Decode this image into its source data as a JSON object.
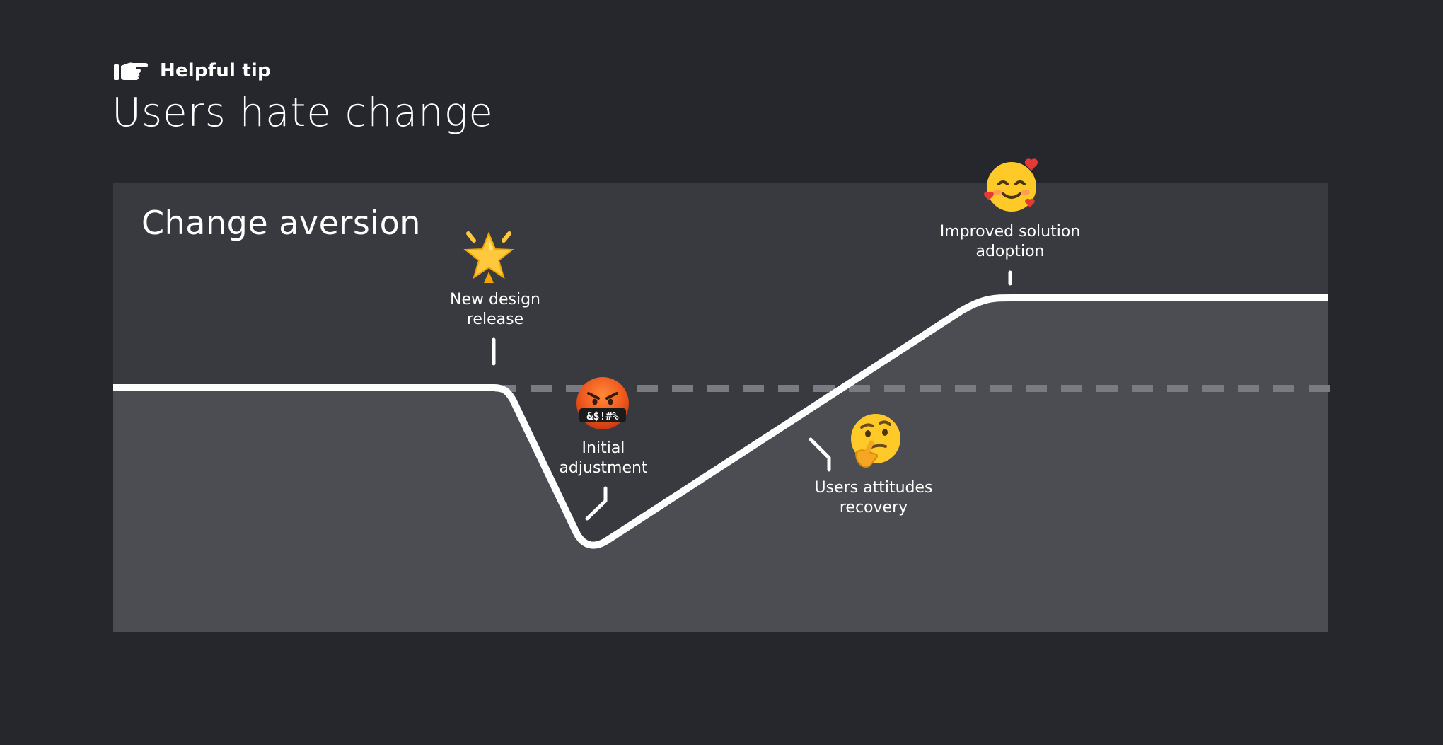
{
  "header": {
    "eyebrow_icon": "pointing-hand-icon",
    "eyebrow_label": "Helpful tip",
    "title": "Users hate change"
  },
  "diagram": {
    "title": "Change aversion",
    "colors": {
      "page_background": "#26272d",
      "panel_background": "#393a40",
      "area_fill": "#4c4d53",
      "curve": "#ffffff",
      "baseline_dashes": "#7a7b80"
    },
    "milestones": [
      {
        "id": "new-design-release",
        "label": "New design release",
        "icon": "glowing-star-icon"
      },
      {
        "id": "initial-adjustment",
        "label": "Initial adjustment",
        "icon": "swearing-face-icon"
      },
      {
        "id": "users-attitudes-recovery",
        "label": "Users attitudes recovery",
        "icon": "thinking-face-icon"
      },
      {
        "id": "improved-solution-adoption",
        "label": "Improved solution adoption",
        "icon": "smiling-face-with-hearts-icon"
      }
    ],
    "swearing_symbols": "&$!#%"
  }
}
